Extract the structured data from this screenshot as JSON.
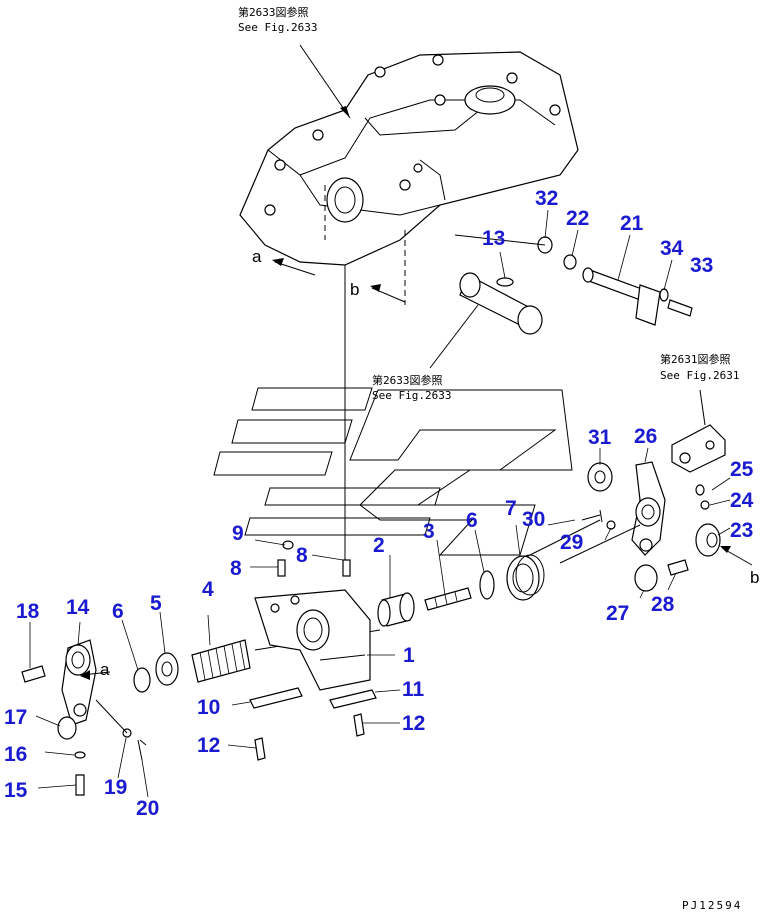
{
  "references": {
    "fig2633_top_jp": "第2633図参照",
    "fig2633_top_en": "See Fig.2633",
    "fig2633_mid_jp": "第2633図参照",
    "fig2633_mid_en": "See Fig.2633",
    "fig2631_jp": "第2631図参照",
    "fig2631_en": "See Fig.2631"
  },
  "parts": [
    {
      "id": "p1",
      "label": "1"
    },
    {
      "id": "p2",
      "label": "2"
    },
    {
      "id": "p3",
      "label": "3"
    },
    {
      "id": "p4",
      "label": "4"
    },
    {
      "id": "p5",
      "label": "5"
    },
    {
      "id": "p6a",
      "label": "6"
    },
    {
      "id": "p6b",
      "label": "6"
    },
    {
      "id": "p7",
      "label": "7"
    },
    {
      "id": "p8a",
      "label": "8"
    },
    {
      "id": "p8b",
      "label": "8"
    },
    {
      "id": "p9",
      "label": "9"
    },
    {
      "id": "p10",
      "label": "10"
    },
    {
      "id": "p11",
      "label": "11"
    },
    {
      "id": "p12a",
      "label": "12"
    },
    {
      "id": "p12b",
      "label": "12"
    },
    {
      "id": "p13",
      "label": "13"
    },
    {
      "id": "p14",
      "label": "14"
    },
    {
      "id": "p15",
      "label": "15"
    },
    {
      "id": "p16",
      "label": "16"
    },
    {
      "id": "p17",
      "label": "17"
    },
    {
      "id": "p18",
      "label": "18"
    },
    {
      "id": "p19",
      "label": "19"
    },
    {
      "id": "p20",
      "label": "20"
    },
    {
      "id": "p21",
      "label": "21"
    },
    {
      "id": "p22",
      "label": "22"
    },
    {
      "id": "p23",
      "label": "23"
    },
    {
      "id": "p24",
      "label": "24"
    },
    {
      "id": "p25",
      "label": "25"
    },
    {
      "id": "p26",
      "label": "26"
    },
    {
      "id": "p27",
      "label": "27"
    },
    {
      "id": "p28",
      "label": "28"
    },
    {
      "id": "p29",
      "label": "29"
    },
    {
      "id": "p30",
      "label": "30"
    },
    {
      "id": "p31",
      "label": "31"
    },
    {
      "id": "p32",
      "label": "32"
    },
    {
      "id": "p33",
      "label": "33"
    },
    {
      "id": "p34",
      "label": "34"
    }
  ],
  "view_markers": {
    "a_top": "a",
    "b_top": "b",
    "a_left": "a",
    "b_right": "b"
  },
  "drawing_code": "PJ12594",
  "colors": {
    "callout": "#1a1ad0",
    "line": "#000000",
    "background": "#ffffff"
  }
}
